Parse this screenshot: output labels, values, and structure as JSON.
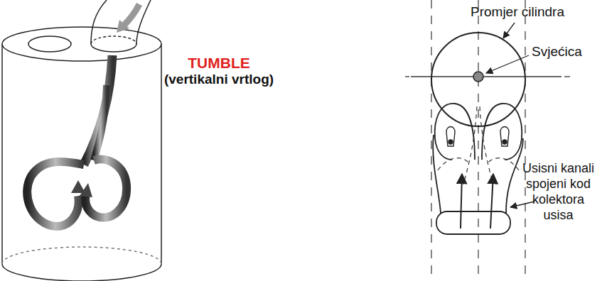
{
  "diagram": {
    "labels": [
      "TUMBLE",
      "(vertikalni vrtlog)",
      "Promjer cilindra",
      "Svjećica",
      "Usisni kanali spojeni kod kolektora usisa"
    ]
  }
}
